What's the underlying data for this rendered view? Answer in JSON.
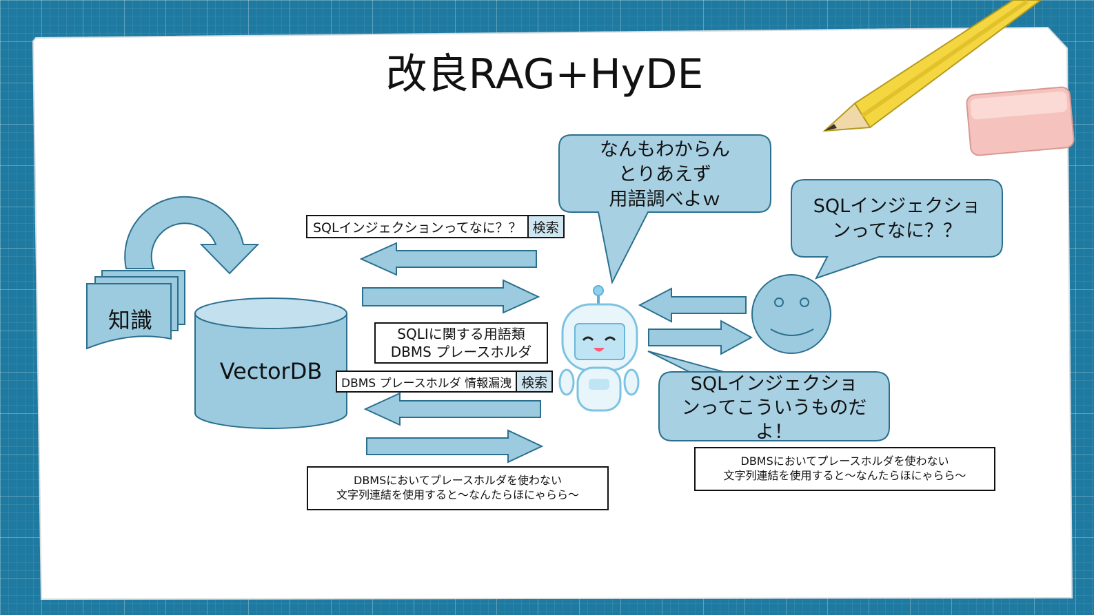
{
  "title": "改良RAG+HyDE",
  "knowledge_label": "知識",
  "vectordb_label": "VectorDB",
  "search_top": {
    "query": "SQLインジェクションってなに？？",
    "button": "検索"
  },
  "search_bottom": {
    "query": "DBMS プレースホルダ 情報漏洩",
    "button": "検索"
  },
  "terms_box": {
    "line1": "SQLIに関する用語類",
    "line2": "DBMS プレースホルダ"
  },
  "result_box_left": {
    "line1": "DBMSにおいてプレースホルダを使わない",
    "line2": "文字列連結を使用すると～なんたらほにゃらら～"
  },
  "result_box_right": {
    "line1": "DBMSにおいてプレースホルダを使わない",
    "line2": "文字列連結を使用すると～なんたらほにゃらら～"
  },
  "bubble_robot_think": {
    "line1": "なんもわからん",
    "line2": "とりあえず",
    "line3": "用語調べよｗ"
  },
  "bubble_user": {
    "line1": "SQLインジェクショ",
    "line2": "ンってなに？？"
  },
  "bubble_robot_answer": {
    "line1": "SQLインジェクショ",
    "line2": "ンってこういうものだ",
    "line3": "よ！"
  },
  "colors": {
    "shape_fill": "#9ccbe0",
    "shape_stroke": "#2a6f8e",
    "bubble_fill": "#a8d0e3",
    "background": "#1e7aa0",
    "paper": "#ffffff"
  },
  "icons": [
    "robot-icon",
    "smiley-face-icon",
    "pencil-icon",
    "eraser-icon",
    "document-stack-icon",
    "database-cylinder-icon",
    "curved-arrow-icon"
  ]
}
